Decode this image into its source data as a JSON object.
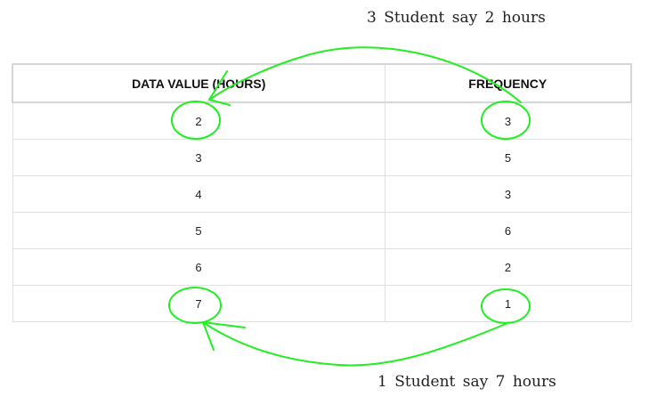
{
  "annotations": {
    "top": "3 Student say 2 hours",
    "bottom": "1 Student say 7 hours"
  },
  "table": {
    "headers": [
      "DATA VALUE (HOURS)",
      "FREQUENCY"
    ],
    "rows": [
      [
        "2",
        "3"
      ],
      [
        "3",
        "5"
      ],
      [
        "4",
        "3"
      ],
      [
        "5",
        "6"
      ],
      [
        "6",
        "2"
      ],
      [
        "7",
        "1"
      ]
    ]
  },
  "colors": {
    "annotation_ink": "#22ee22"
  }
}
